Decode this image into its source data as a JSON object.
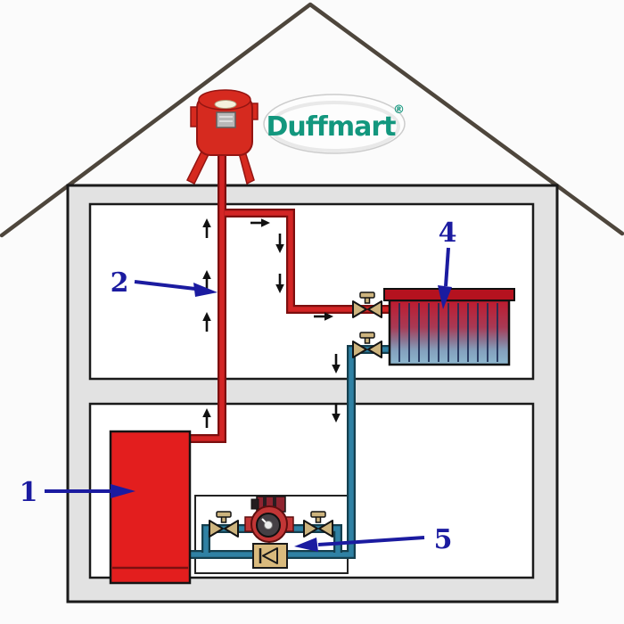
{
  "diagram_title": "",
  "logo": {
    "text": "Duffmart",
    "registered": "®",
    "text_color": "#13977e",
    "badge_fill": "#fdfdfd"
  },
  "callouts": {
    "boiler": {
      "number": "1",
      "points_to": "boiler"
    },
    "supply_riser": {
      "number": "2",
      "points_to": "supply-riser-pipe"
    },
    "radiator": {
      "number": "4",
      "points_to": "radiator"
    },
    "pump_group": {
      "number": "5",
      "points_to": "pump-and-check-valve-group"
    }
  },
  "icons": [
    "expansion-tank-icon",
    "boiler-icon",
    "radiator-icon",
    "circulation-pump-icon",
    "shutoff-valve-icon",
    "check-valve-icon",
    "flow-arrow-icon",
    "house-outline-icon"
  ],
  "colors": {
    "supply_pipe": "#d32525",
    "supply_pipe_outline": "#7c0f0f",
    "return_pipe": "#2f81a4",
    "return_pipe_outline": "#153f4e",
    "boiler_red": "#e31e1e",
    "radiator_header": "#b5121f",
    "radiator_hot": "#c01a2e",
    "radiator_cold": "#7fa9c4",
    "valve_brass": "#cdb47e",
    "pump_red": "#c23636",
    "callout_navy": "#1b1ba0",
    "wall_gray": "#e2e2e2",
    "roof_stroke": "#4e463c",
    "logo_teal": "#13977e"
  },
  "flow_arrows": {
    "supply_riser_direction": "up",
    "branch_drop_direction": "down",
    "to_radiator_direction": "right",
    "return_drop_direction": "down"
  }
}
